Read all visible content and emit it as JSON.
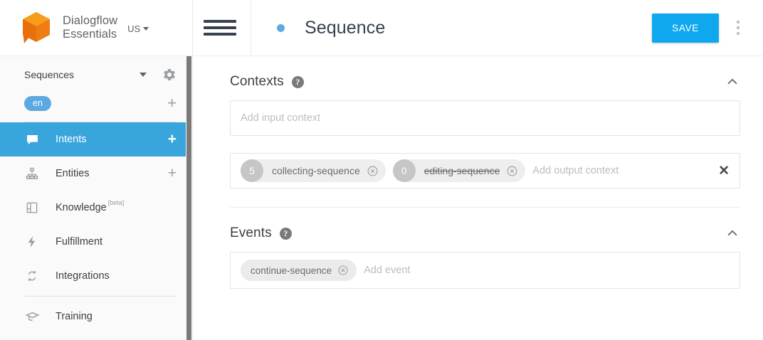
{
  "sidebar": {
    "brand": {
      "line1": "Dialogflow",
      "line2": "Essentials",
      "region": "US"
    },
    "agent": {
      "name": "Sequences"
    },
    "language": {
      "chip": "en",
      "add_label": "+"
    },
    "nav": [
      {
        "label": "Intents",
        "icon": "intents-icon",
        "active": true,
        "add": "+"
      },
      {
        "label": "Entities",
        "icon": "entities-icon",
        "active": false,
        "add": "+"
      },
      {
        "label": "Knowledge",
        "icon": "knowledge-icon",
        "active": false,
        "beta": "[beta]"
      },
      {
        "label": "Fulfillment",
        "icon": "fulfillment-icon",
        "active": false
      },
      {
        "label": "Integrations",
        "icon": "integrations-icon",
        "active": false
      },
      {
        "label": "Training",
        "icon": "training-icon",
        "active": false
      }
    ]
  },
  "topbar": {
    "title": "Sequence",
    "save_label": "SAVE",
    "status_dot_color": "#5aace0",
    "save_color": "#0fa8ee"
  },
  "contexts": {
    "title": "Contexts",
    "help": "?",
    "input_placeholder": "Add input context",
    "output_placeholder": "Add output context",
    "output_chips": [
      {
        "lifespan": "5",
        "name": "collecting-sequence",
        "struck": false
      },
      {
        "lifespan": "0",
        "name": "editing-sequence",
        "struck": true
      }
    ]
  },
  "events": {
    "title": "Events",
    "help": "?",
    "placeholder": "Add event",
    "chips": [
      {
        "name": "continue-sequence"
      }
    ]
  },
  "colors": {
    "accent_blue": "#39a5dd",
    "save_blue": "#0fa8ee",
    "logo_orange": "#ef7d12",
    "chip_gray": "#eeeeee"
  }
}
